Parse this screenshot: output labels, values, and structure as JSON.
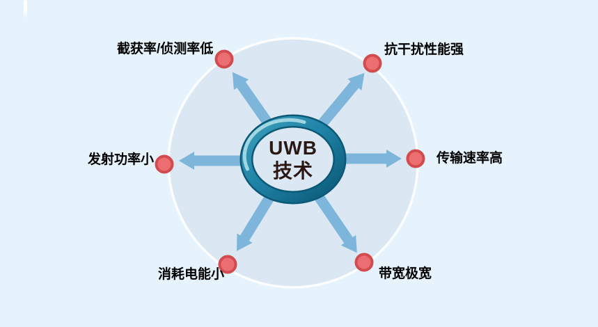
{
  "diagram": {
    "center_label": {
      "line1": "UWB",
      "line2": "技术"
    },
    "features": [
      {
        "id": "low-intercept-detection",
        "label": "截获率/侦测率低",
        "position": "top-left"
      },
      {
        "id": "strong-anti-interference",
        "label": "抗干扰性能强",
        "position": "top-right"
      },
      {
        "id": "low-transmit-power",
        "label": "发射功率小",
        "position": "left"
      },
      {
        "id": "high-transmission-rate",
        "label": "传输速率高",
        "position": "right"
      },
      {
        "id": "low-power-consumption",
        "label": "消耗电能小",
        "position": "bottom-left"
      },
      {
        "id": "very-wide-bandwidth",
        "label": "带宽极宽",
        "position": "bottom-right"
      }
    ],
    "colors": {
      "background": "#e6f3fc",
      "circle_fill": "#dbe7f2",
      "circle_edge": "#fbfdfe",
      "arrow": "#7db6da",
      "dot_fill": "#ed6e70",
      "dot_border": "#d24b4f",
      "ring_dark": "#0b5876",
      "ring_main": "#1f83a7",
      "ring_light": "#3fa0bc",
      "ring_highlight": "#b5e0ea",
      "label_text": "#000000",
      "center_text": "#2b1714"
    }
  }
}
